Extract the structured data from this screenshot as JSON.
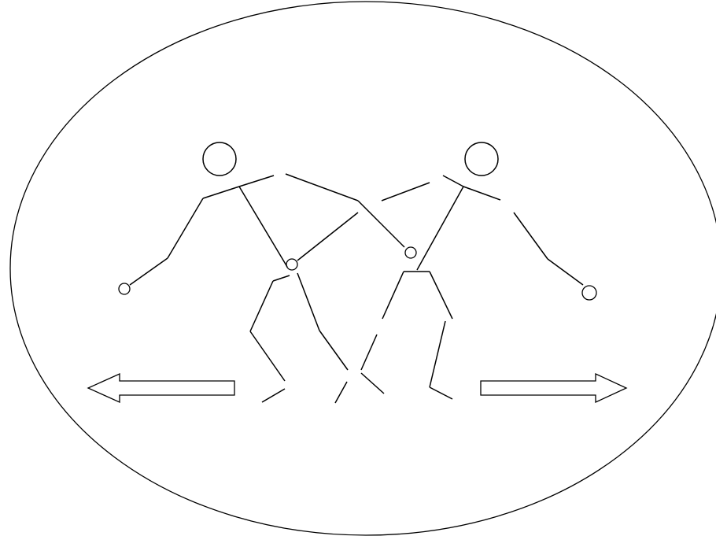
{
  "diagram": {
    "colors": {
      "stroke": "#000000",
      "fill": "#ffffff",
      "background": "#ffffff"
    },
    "elements": [
      "boundary-ellipse",
      "left-figure",
      "right-figure",
      "left-arrow",
      "right-arrow"
    ]
  }
}
